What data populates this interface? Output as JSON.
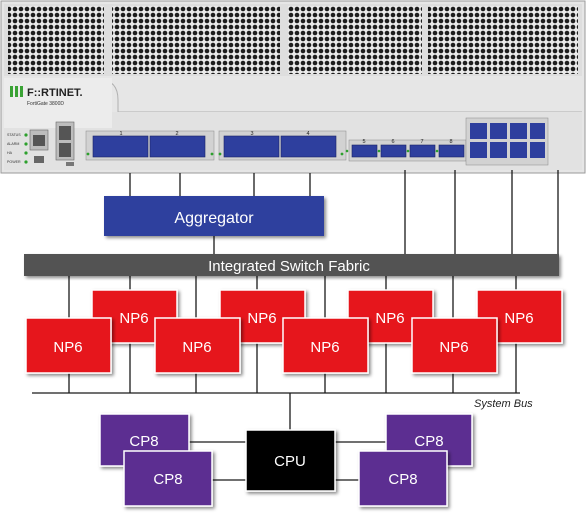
{
  "device": {
    "brand": "F::RTINET.",
    "model": "FortiGate 3800D",
    "port_numbers": [
      "1",
      "2",
      "3",
      "4",
      "5",
      "6",
      "7",
      "8"
    ],
    "status_labels": [
      "STATUS",
      "ALARM",
      "HA",
      "POWER"
    ],
    "colors": {
      "chassis": "#e8e8e8",
      "vent": "#1e1e1e",
      "port": "#2e3f9e",
      "led": "#2da02d",
      "logo": "#3aa335"
    }
  },
  "diagram": {
    "aggregator": "Aggregator",
    "switch_fabric": "Integrated Switch Fabric",
    "np_label": "NP6",
    "np_count": 8,
    "system_bus": "System Bus",
    "cpu": "CPU",
    "cp_label": "CP8",
    "cp_count": 4,
    "colors": {
      "aggregator": "#2e3f9e",
      "fabric": "#525252",
      "np": "#e6151c",
      "cp": "#5b2e91",
      "cpu": "#000000",
      "line": "#1a1a1a"
    }
  }
}
